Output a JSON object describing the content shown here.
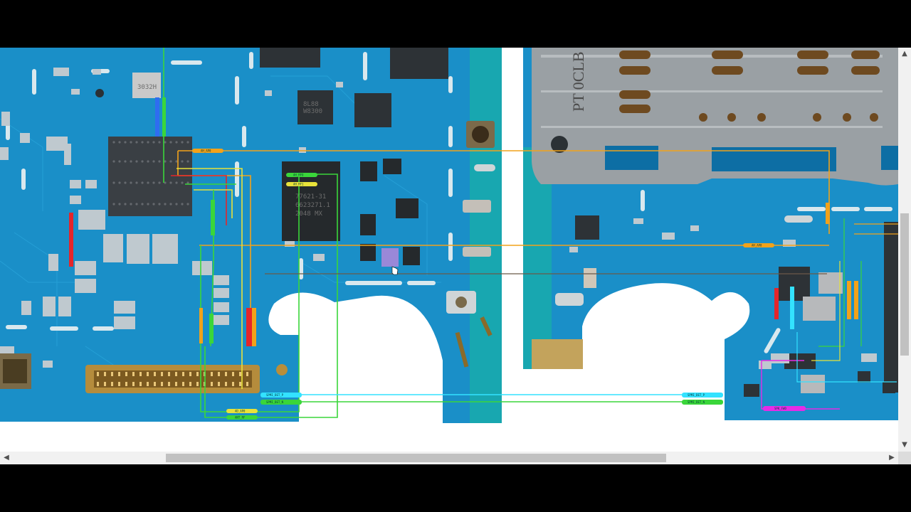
{
  "viewer": {
    "title": "PCB schematic board view",
    "chips": {
      "ic1": "3032H",
      "ic2_line1": "77621-31",
      "ic2_line2": "6623271.1",
      "ic2_line3": "2048 MX",
      "ic3_line1": "8L88",
      "ic3_line2": "W8300",
      "shield_text": "PT 0CLB"
    },
    "nets": {
      "n1": "AH_AP0",
      "n2": "AH_RFO",
      "n3": "AH_RF1",
      "n4": "SPMI_DET_P",
      "n5": "SPMI_DET_N",
      "n6": "AD_AP0",
      "n7": "ANT_RF",
      "n8": "SPMI_DET_P",
      "n9": "SPMI_DET_N",
      "n10": "AH_AP0",
      "n11": "SPK_FWD"
    }
  },
  "scrollbars": {
    "up_arrow": "▲",
    "down_arrow": "▼",
    "left_arrow": "◀",
    "right_arrow": "▶"
  },
  "colors": {
    "pcb": "#1a8fc8",
    "pcb_dark": "#0d6ea4",
    "trace_orange": "#f2a21a",
    "trace_green": "#3ad63a",
    "trace_cyan": "#33e2ff",
    "trace_red": "#e5252a",
    "trace_yellow": "#e8e23a",
    "trace_magenta": "#e62be6",
    "background": "#000000"
  }
}
